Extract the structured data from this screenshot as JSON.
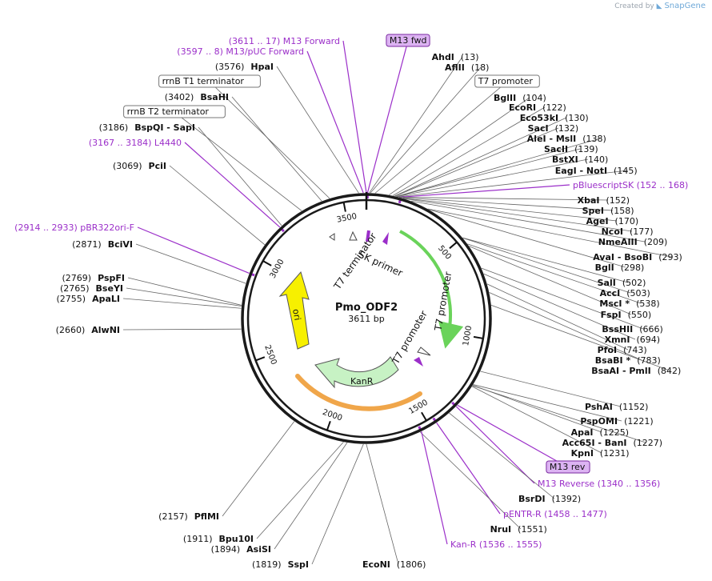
{
  "app": {
    "credit_prefix": "Created by",
    "credit_brand": "SnapGene"
  },
  "plasmid": {
    "name": "Pmo_ODF2",
    "length_label": "3611 bp",
    "length_bp": 3611
  },
  "ticks": [
    "500",
    "1000",
    "1500",
    "2000",
    "2500",
    "3000",
    "3500"
  ],
  "colors": {
    "primer": "#9b2fc9",
    "site_line": "#555555",
    "ring": "#1a1a1a",
    "kanr": "#c7f2c4",
    "ori": "#f7f000",
    "orange": "#f0a64a",
    "green": "#6ad35a",
    "feature_box": "#dcb3f2"
  },
  "features": [
    {
      "name": "T7 terminator",
      "position": 3400
    },
    {
      "name": "SK primer",
      "position": 120
    },
    {
      "name": "T7 promoter",
      "position": 1320
    },
    {
      "name": "T7 promoter",
      "position": 1290
    },
    {
      "name": "KanR",
      "position": 1950
    },
    {
      "name": "ori",
      "position": 2780
    }
  ],
  "labels": [
    {
      "text": "(3611 .. 17)  M13 Forward",
      "kind": "primer"
    },
    {
      "text": "(3597 .. 8)  M13/pUC Forward",
      "kind": "primer"
    },
    {
      "text": "M13 fwd",
      "kind": "primer-box"
    },
    {
      "pos": "(13)",
      "site": "AhdI",
      "kind": "site"
    },
    {
      "pos": "(18)",
      "site": "AflII",
      "kind": "site"
    },
    {
      "text": "T7 promoter",
      "kind": "feature-box"
    },
    {
      "pos": "(104)",
      "site": "BglII",
      "kind": "site"
    },
    {
      "pos": "(122)",
      "site": "EcoRI",
      "kind": "site"
    },
    {
      "pos": "(130)",
      "site": "Eco53kI",
      "kind": "site"
    },
    {
      "pos": "(132)",
      "site": "SacI",
      "kind": "site"
    },
    {
      "pos": "(138)",
      "site": "AleI  - MslI",
      "kind": "site"
    },
    {
      "pos": "(139)",
      "site": "SacII",
      "kind": "site"
    },
    {
      "pos": "(140)",
      "site": "BstXI",
      "kind": "site"
    },
    {
      "pos": "(145)",
      "site": "EagI  - NotI",
      "kind": "site"
    },
    {
      "text": "pBluescriptSK    (152 .. 168)",
      "kind": "primer"
    },
    {
      "pos": "(152)",
      "site": "XbaI",
      "kind": "site"
    },
    {
      "pos": "(158)",
      "site": "SpeI",
      "kind": "site"
    },
    {
      "pos": "(170)",
      "site": "AgeI",
      "kind": "site"
    },
    {
      "pos": "(177)",
      "site": "NcoI",
      "kind": "site"
    },
    {
      "pos": "(209)",
      "site": "NmeAIII",
      "kind": "site"
    },
    {
      "pos": "(293)",
      "site": "AvaI  - BsoBI",
      "kind": "site"
    },
    {
      "pos": "(298)",
      "site": "BglI",
      "kind": "site"
    },
    {
      "pos": "(502)",
      "site": "SalI",
      "kind": "site"
    },
    {
      "pos": "(503)",
      "site": "AccI",
      "kind": "site"
    },
    {
      "pos": "(538)",
      "site": "MscI *",
      "kind": "site"
    },
    {
      "pos": "(550)",
      "site": "FspI",
      "kind": "site"
    },
    {
      "pos": "(666)",
      "site": "BssHII",
      "kind": "site"
    },
    {
      "pos": "(694)",
      "site": "XmnI",
      "kind": "site"
    },
    {
      "pos": "(743)",
      "site": "PfoI",
      "kind": "site"
    },
    {
      "pos": "(783)",
      "site": "BsaBI *",
      "kind": "site"
    },
    {
      "pos": "(842)",
      "site": "BsaAI  - PmlI",
      "kind": "site"
    },
    {
      "pos": "(1152)",
      "site": "PshAI",
      "kind": "site"
    },
    {
      "pos": "(1221)",
      "site": "PspOMI",
      "kind": "site"
    },
    {
      "pos": "(1225)",
      "site": "ApaI",
      "kind": "site"
    },
    {
      "pos": "(1227)",
      "site": "Acc65I  - BanI",
      "kind": "site"
    },
    {
      "pos": "(1231)",
      "site": "KpnI",
      "kind": "site"
    },
    {
      "text": "M13 rev",
      "kind": "primer-box"
    },
    {
      "text": "M13 Reverse    (1340 .. 1356)",
      "kind": "primer"
    },
    {
      "pos": "(1392)",
      "site": "BsrDI",
      "kind": "site"
    },
    {
      "text": "pENTR-R    (1458 .. 1477)",
      "kind": "primer"
    },
    {
      "pos": "(1551)",
      "site": "NruI",
      "kind": "site"
    },
    {
      "text": "Kan-R    (1536 .. 1555)",
      "kind": "primer"
    },
    {
      "pos": "(1806)",
      "site": "EcoNI",
      "kind": "site"
    },
    {
      "pos": "(1819)",
      "site": "SspI",
      "kind": "site"
    },
    {
      "pos": "(1894)",
      "site": "AsiSI",
      "kind": "site"
    },
    {
      "pos": "(1911)",
      "site": "Bpu10I",
      "kind": "site"
    },
    {
      "pos": "(2157)",
      "site": "PflMI",
      "kind": "site"
    },
    {
      "pos": "(2660)",
      "site": "AlwNI",
      "kind": "site"
    },
    {
      "pos": "(2755)",
      "site": "ApaLI",
      "kind": "site"
    },
    {
      "pos": "(2765)",
      "site": "BseYI",
      "kind": "site"
    },
    {
      "pos": "(2769)",
      "site": "PspFI",
      "kind": "site"
    },
    {
      "pos": "(2871)",
      "site": "BciVI",
      "kind": "site"
    },
    {
      "text": "(2914 .. 2933)  pBR322ori-F",
      "kind": "primer"
    },
    {
      "pos": "(3069)",
      "site": "PciI",
      "kind": "site"
    },
    {
      "text": "(3167 .. 3184)  L4440",
      "kind": "primer"
    },
    {
      "pos": "(3186)",
      "site": "BspQI   - SapI",
      "kind": "site"
    },
    {
      "text": "rrnB T2 terminator",
      "kind": "feature-box"
    },
    {
      "pos": "(3402)",
      "site": "BsaHI",
      "kind": "site"
    },
    {
      "text": "rrnB T1 terminator",
      "kind": "feature-box"
    },
    {
      "pos": "(3576)",
      "site": "HpaI",
      "kind": "site"
    }
  ]
}
